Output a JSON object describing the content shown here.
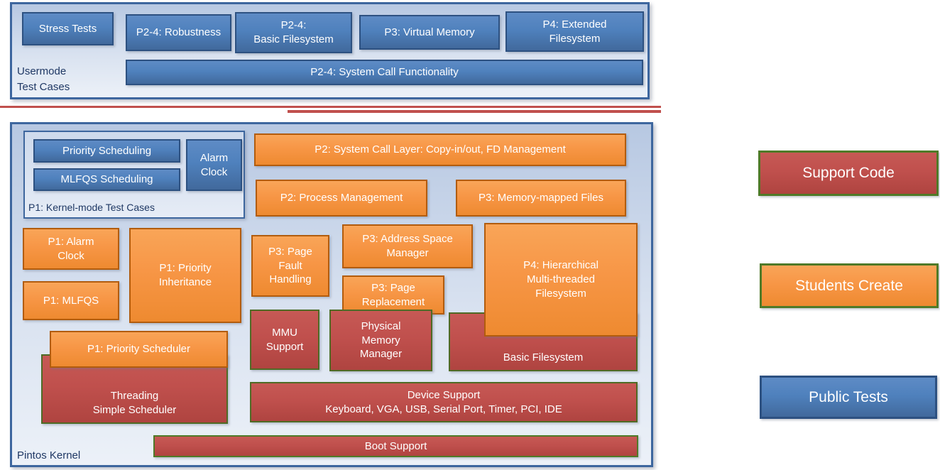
{
  "usermode": {
    "group_label": "Usermode\nTest Cases",
    "stress_tests": "Stress Tests",
    "robustness": "P2-4: Robustness",
    "basic_filesystem": "P2-4:\nBasic Filesystem",
    "virtual_memory": "P3: Virtual Memory",
    "extended_filesystem": "P4: Extended\nFilesystem",
    "syscall_functionality": "P2-4: System Call Functionality"
  },
  "kernel": {
    "group_label": "Pintos Kernel",
    "test_cases": {
      "group_label": "P1: Kernel-mode Test Cases",
      "priority_scheduling": "Priority Scheduling",
      "mlfqs_scheduling": "MLFQS Scheduling",
      "alarm_clock": "Alarm\nClock"
    },
    "syscall_layer": "P2: System Call Layer: Copy-in/out, FD Management",
    "process_management": "P2: Process Management",
    "memory_mapped_files": "P3: Memory-mapped Files",
    "alarm_clock": "P1: Alarm\nClock",
    "mlfqs": "P1: MLFQS",
    "priority_inheritance": "P1: Priority\nInheritance",
    "page_fault_handling": "P3: Page\nFault\nHandling",
    "address_space_manager": "P3: Address Space\nManager",
    "page_replacement": "P3: Page\nReplacement",
    "hierarchical_filesystem": "P4: Hierarchical\nMulti-threaded\nFilesystem",
    "priority_scheduler": "P1: Priority Scheduler",
    "mmu_support": "MMU\nSupport",
    "physical_memory_manager": "Physical\nMemory\nManager",
    "basic_filesystem": "Basic Filesystem",
    "threading": "Threading\nSimple Scheduler",
    "device_support": "Device Support\nKeyboard, VGA, USB, Serial Port, Timer, PCI, IDE",
    "boot_support": "Boot Support"
  },
  "legend": {
    "support_code": "Support Code",
    "students_create": "Students Create",
    "public_tests": "Public Tests"
  },
  "colors": {
    "blue": "#4F81BD",
    "orange": "#F79646",
    "red": "#C0504D",
    "green_border": "#4F7A28",
    "container_border": "#3D669E",
    "container_fill": "#D5E0EF",
    "label_text": "#1F3864"
  }
}
